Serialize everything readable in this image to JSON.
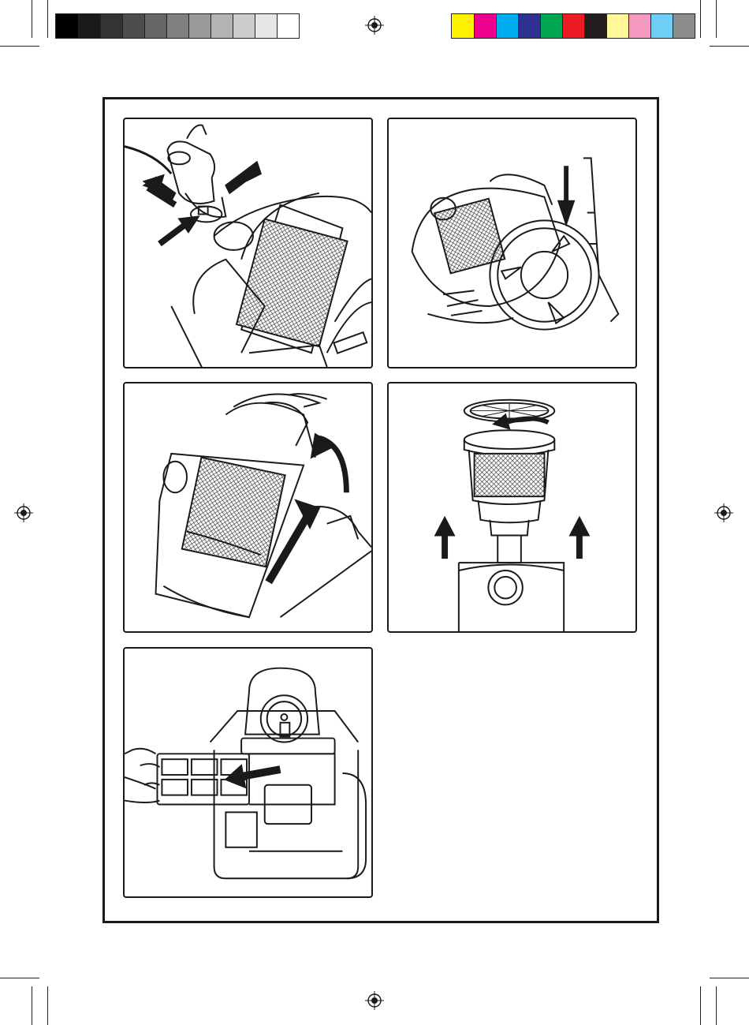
{
  "print_marks": {
    "grayscale_swatches": [
      "#000000",
      "#1a1a1a",
      "#333333",
      "#4d4d4d",
      "#666666",
      "#808080",
      "#999999",
      "#b3b3b3",
      "#cccccc",
      "#e6e6e6",
      "#ffffff"
    ],
    "color_swatches": [
      "#fff200",
      "#ec008c",
      "#00aeef",
      "#2e3192",
      "#00a651",
      "#ed1c24",
      "#231f20",
      "#fff799",
      "#f49ac1",
      "#6dcff6",
      "#8c8c8c"
    ]
  },
  "illustrations": [
    {
      "id": "hose-detach",
      "icon": "hose-connector-arrows-icon"
    },
    {
      "id": "tube-park",
      "icon": "vacuum-tube-park-icon"
    },
    {
      "id": "dust-container-lift",
      "icon": "dust-container-lift-icon"
    },
    {
      "id": "filter-remove",
      "icon": "cyclone-filter-remove-icon"
    },
    {
      "id": "exhaust-filter-slide",
      "icon": "exhaust-filter-slide-icon"
    }
  ],
  "colors": {
    "line": "#1a1a1a",
    "paper": "#ffffff"
  }
}
